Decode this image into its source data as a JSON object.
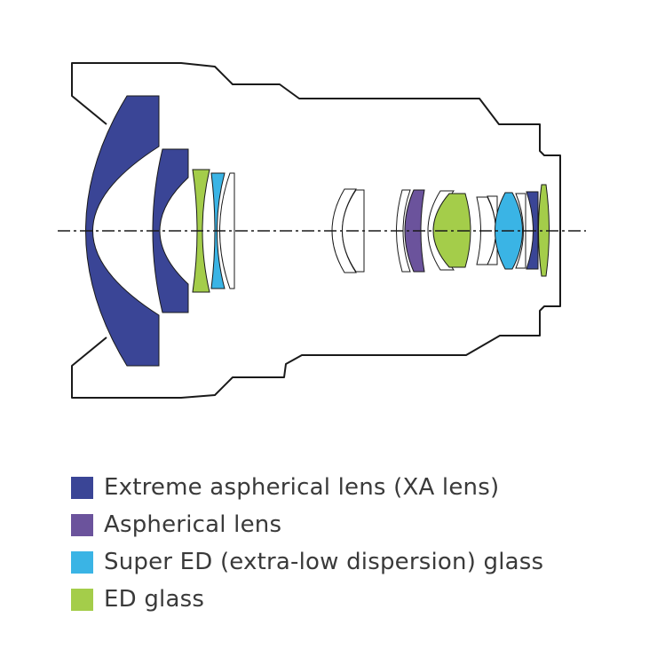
{
  "colors": {
    "xa": "#3a4596",
    "aspherical": "#6b539c",
    "super_ed": "#3ab4e5",
    "ed": "#a4cd4a",
    "outline": "#1a1a1a"
  },
  "legend": [
    {
      "label": "Extreme aspherical lens (XA lens)",
      "color": "#3a4596"
    },
    {
      "label": "Aspherical lens",
      "color": "#6b539c"
    },
    {
      "label": "Super ED (extra-low dispersion) glass",
      "color": "#3ab4e5"
    },
    {
      "label": "ED glass",
      "color": "#a4cd4a"
    }
  ]
}
